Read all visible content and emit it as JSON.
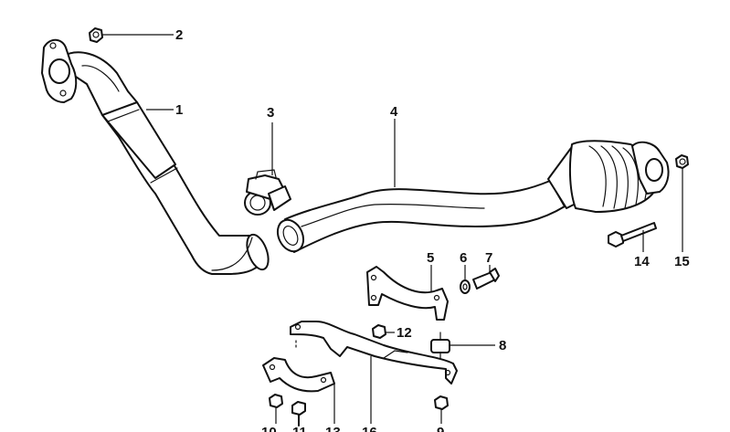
{
  "callouts": {
    "c1": "1",
    "c2": "2",
    "c3": "3",
    "c4": "4",
    "c5": "5",
    "c6": "6",
    "c7": "7",
    "c8": "8",
    "c9": "9",
    "c10": "10",
    "c11": "11",
    "c12": "12",
    "c13": "13",
    "c14": "14",
    "c15": "15",
    "c16": "16"
  },
  "colors": {
    "line": "#111111",
    "fill": "#ffffff"
  }
}
